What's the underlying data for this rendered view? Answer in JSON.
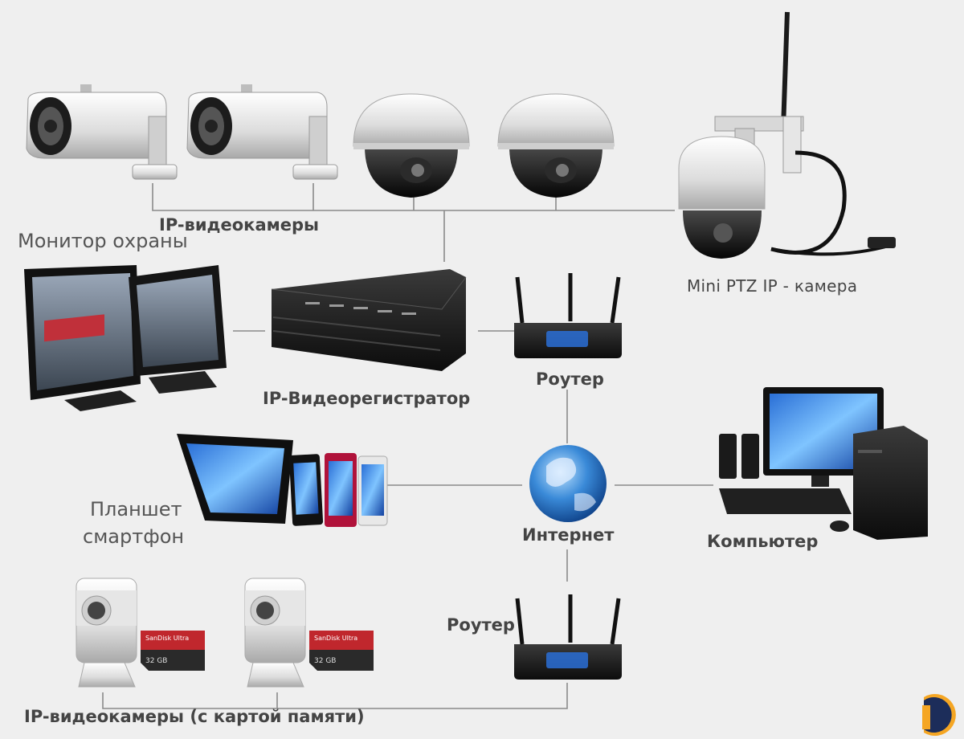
{
  "labels": {
    "ip_cameras": "IP-видеокамеры",
    "security_monitor": "Монитор охраны",
    "ip_dvr": "IP-Видеорегистратор",
    "router_top": "Роутер",
    "router_bottom": "Роутер",
    "mini_ptz": "Mini PTZ IP - камера",
    "tablet_smartphone_line1": "Планшет",
    "tablet_smartphone_line2": "смартфон",
    "internet": "Интернет",
    "computer": "Компьютер",
    "ip_cameras_sd": "IP-видеокамеры (с картой памяти)",
    "sd_card_brand_1": "SanDisk Ultra",
    "sd_card_brand_2": "SanDisk Ultra",
    "sd_card_size": "32 GB"
  },
  "colors": {
    "background": "#efefef",
    "connector_line": "#8a8a8a",
    "sd_card_red": "#c0272d",
    "globe_blue": "#2f7fd0",
    "device_dark": "#1a1a1a",
    "logo_orange": "#f5a623",
    "logo_navy": "#1c2d5a"
  },
  "icons": [
    "bullet-camera-icon",
    "dome-camera-icon",
    "ptz-camera-icon",
    "monitor-icon",
    "dvr-icon",
    "router-icon",
    "globe-icon",
    "tablet-icon",
    "smartphone-icon",
    "desktop-computer-icon",
    "cube-camera-icon",
    "sd-card-icon",
    "brand-logo-icon"
  ]
}
